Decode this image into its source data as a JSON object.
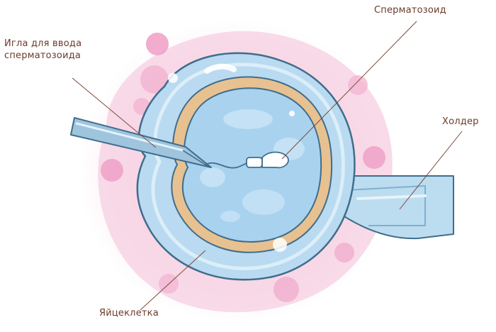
{
  "labels": {
    "needle": "Игла для ввода сперматозоида",
    "sperm": "Сперматозоид",
    "holder": "Холдер",
    "egg": "Яйцеклетка"
  },
  "colors": {
    "label_text": "#6b3a2a",
    "leader_line": "#7a4a38",
    "pink_halo": "#f6d2e3",
    "pink_blob": "#e9a3c7",
    "outer_shell": "#b9daf0",
    "yolk": "#e8c190",
    "cytoplasm": "#a9d2ef",
    "outline": "#3f6d8c"
  }
}
